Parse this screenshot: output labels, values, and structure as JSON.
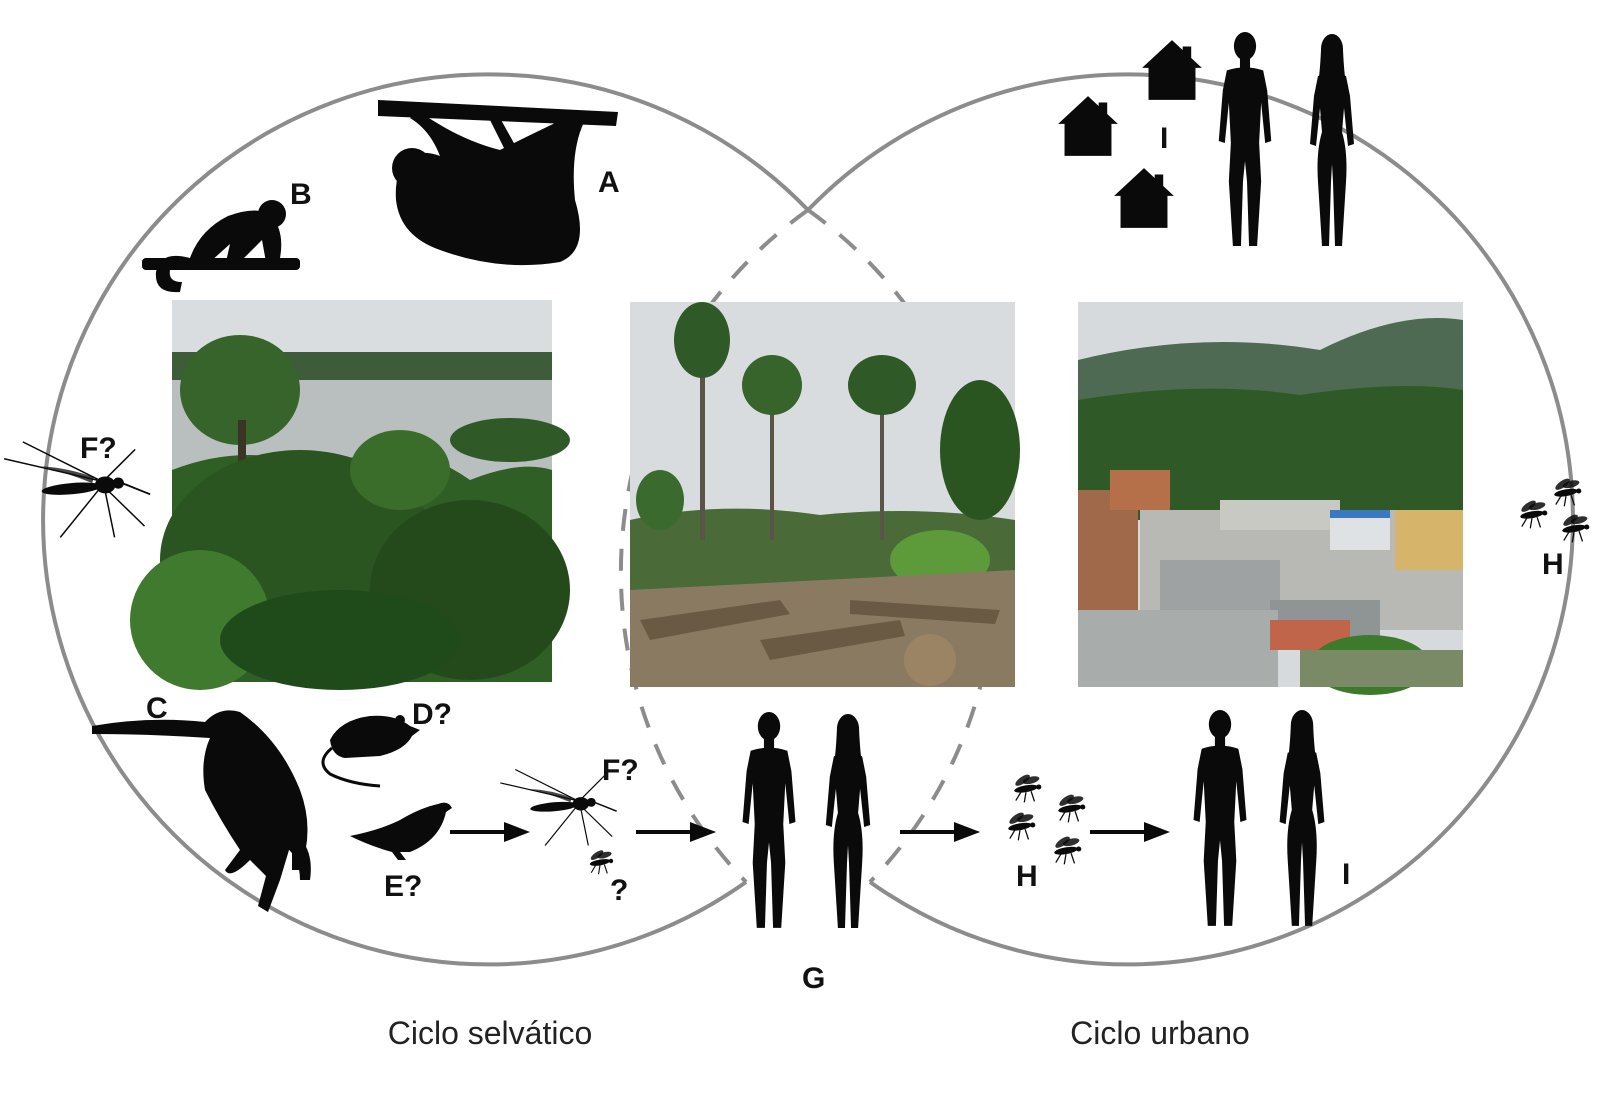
{
  "cycles": {
    "sylvatic": {
      "caption": "Ciclo selvático"
    },
    "urban": {
      "caption": "Ciclo urbano"
    }
  },
  "labels": {
    "a": "A",
    "b": "B",
    "c": "C",
    "d": "D?",
    "e": "E?",
    "f_left": "F?",
    "f_mid": "F?",
    "q_small": "?",
    "g": "G",
    "h_mid": "H",
    "h_right": "H",
    "i_top": "I",
    "i_bottom": "I"
  },
  "photos": [
    {
      "scene": "rainforest-river"
    },
    {
      "scene": "deforested-clearing"
    },
    {
      "scene": "town-in-forest"
    }
  ],
  "colors": {
    "circle": "#8c8c8c",
    "silhouette": "#0a0a0a",
    "forest_dark": "#1f4a1a",
    "forest_mid": "#3d7a2c",
    "sky": "#d9dde0",
    "water": "#b9bfbf"
  }
}
